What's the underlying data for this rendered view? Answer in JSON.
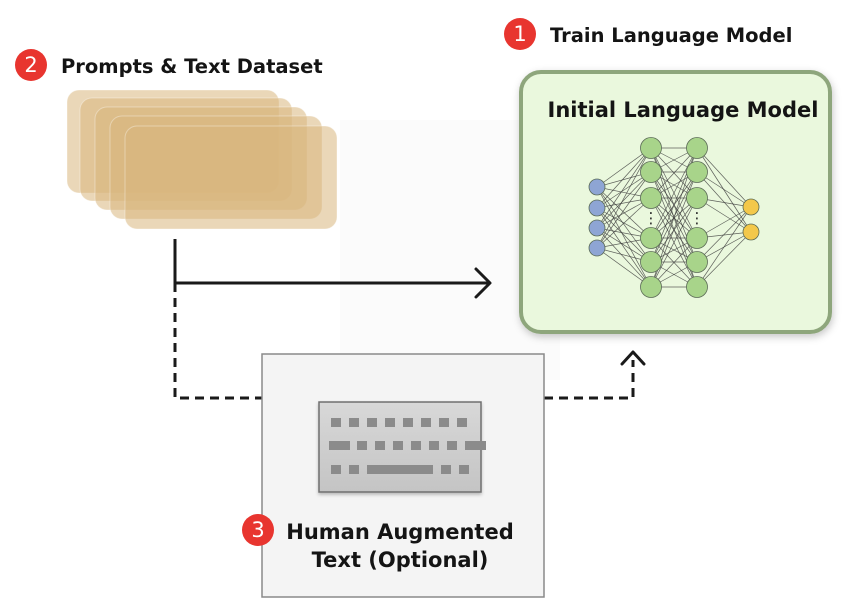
{
  "colors": {
    "badge": "#e8352f",
    "model_border": "#8ea67c",
    "model_fill": "#eaf8dd",
    "input_node": "#8ea5d4",
    "hidden_node": "#a8d48a",
    "output_node": "#f3c84a",
    "dataset_card": "#d9b77e",
    "keyboard_body": "#cfcfcf",
    "keyboard_key": "#8b8b8b",
    "arrow": "#1a1a1a"
  },
  "steps": [
    {
      "number": "1",
      "label": "Train Language Model"
    },
    {
      "number": "2",
      "label": "Prompts & Text Dataset"
    },
    {
      "number": "3",
      "label_lines": [
        "Human Augmented",
        "Text (Optional)"
      ]
    }
  ],
  "model": {
    "title": "Initial Language Model",
    "network": {
      "input_nodes": 4,
      "hidden_layer_1_nodes": 6,
      "hidden_layer_2_nodes": 6,
      "output_nodes": 2,
      "ellipsis": "⋮"
    }
  },
  "dataset": {
    "card_count": 5
  },
  "keyboard": {
    "icon": "keyboard-icon",
    "row_1_keys": 8,
    "row_2_keys": 8,
    "row_3": [
      "key",
      "key",
      "spacebar",
      "key",
      "key"
    ]
  },
  "arrows": {
    "dataset_to_model": "solid",
    "human_path": "dashed"
  }
}
